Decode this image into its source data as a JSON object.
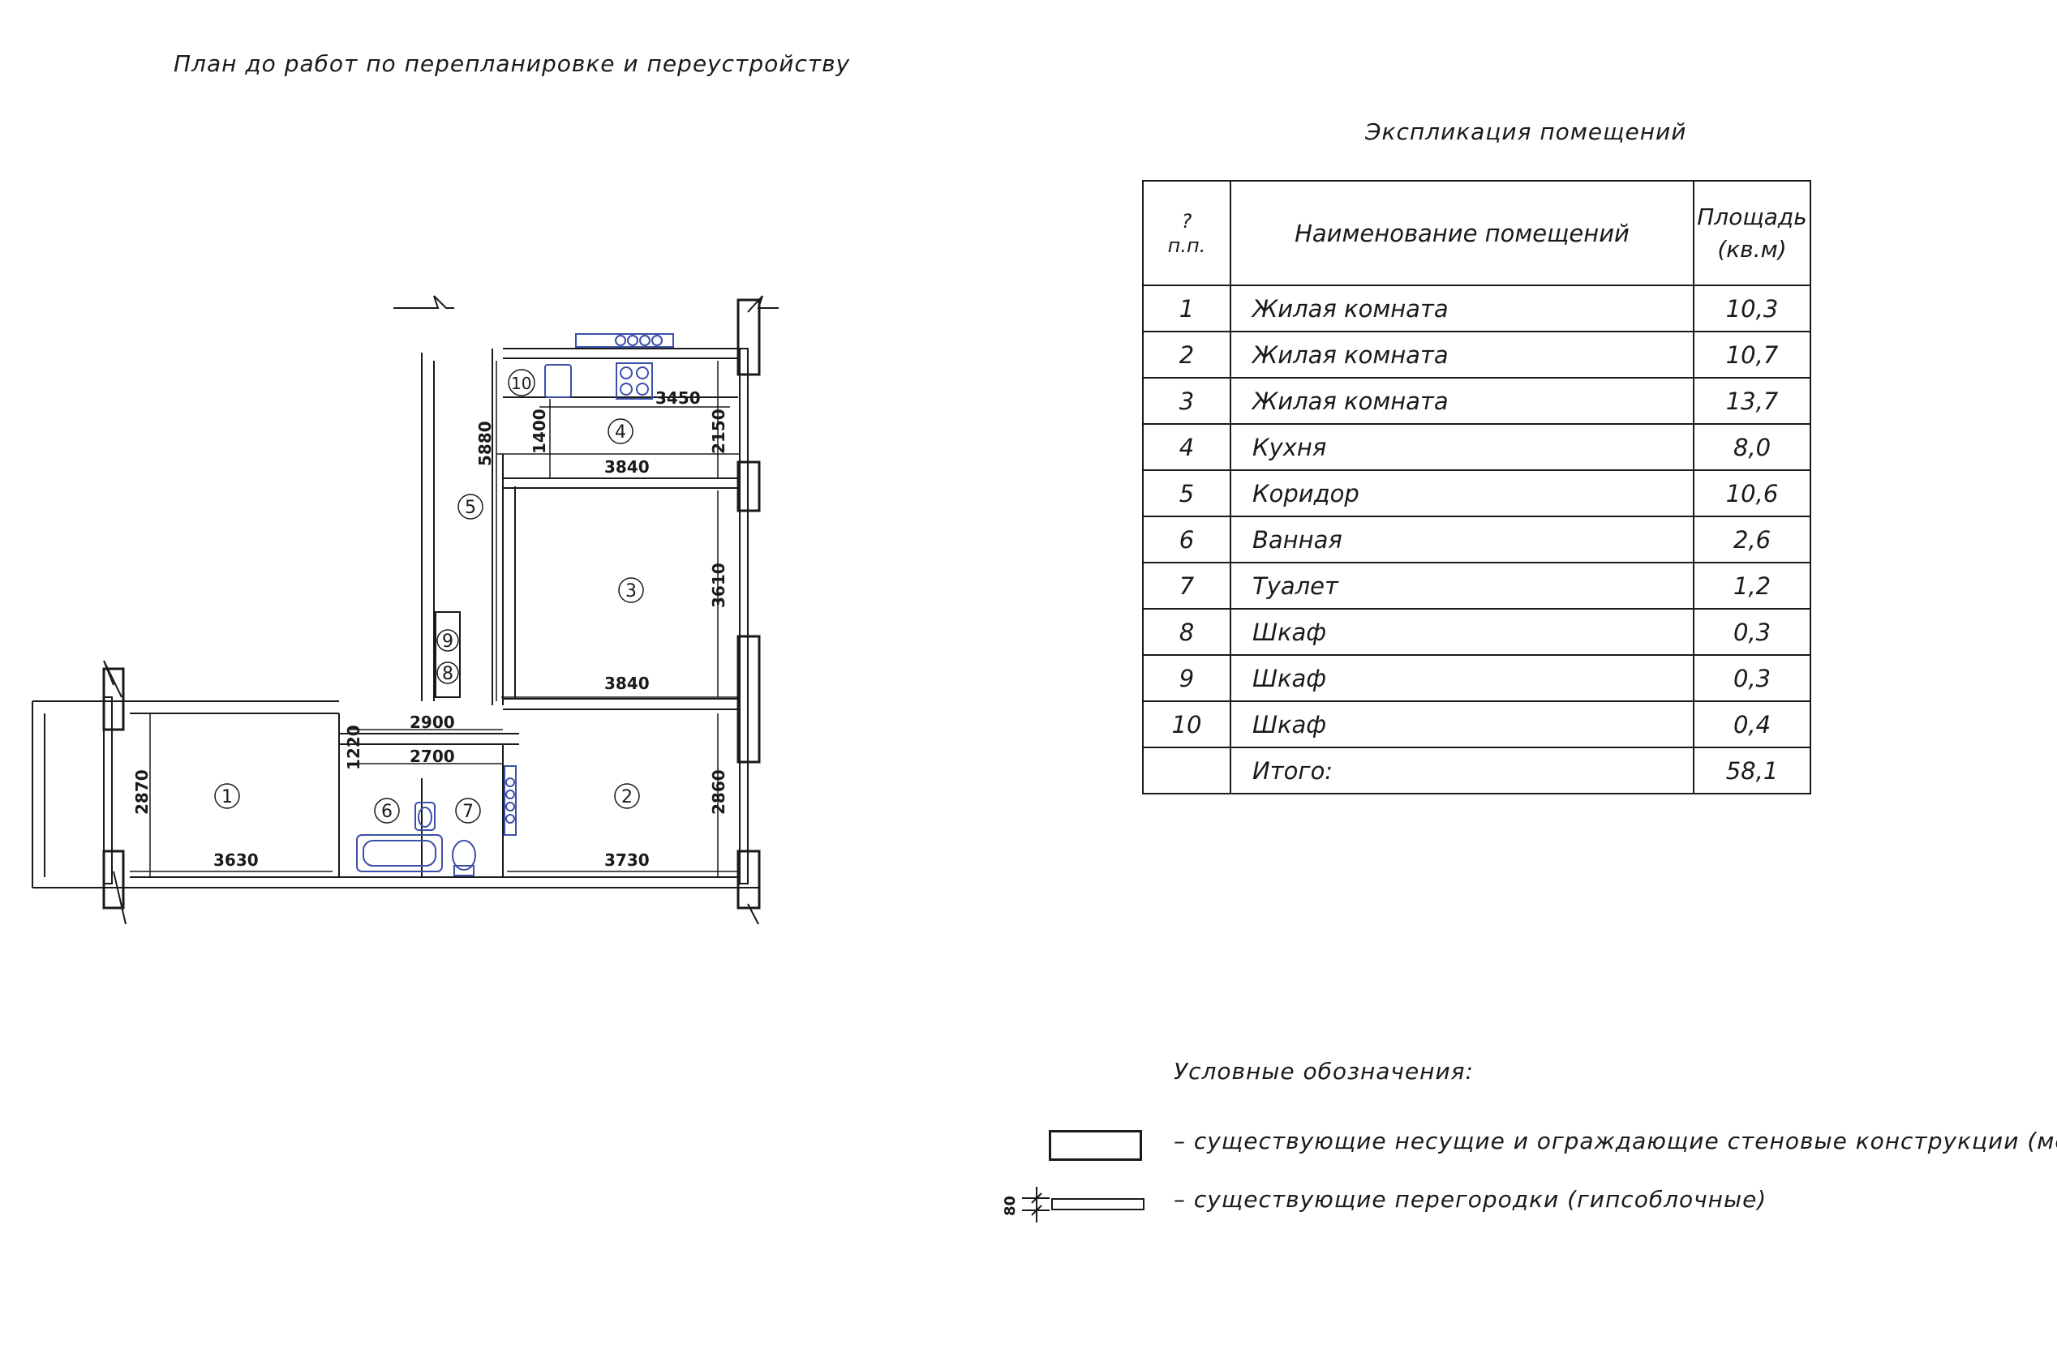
{
  "plan_title": "План до работ по перепланировке и переустройству",
  "table": {
    "title": "Экспликация помещений",
    "headers": {
      "num_line1": "?",
      "num_line2": "п.п.",
      "name": "Наименование помещений",
      "area_line1": "Площадь",
      "area_line2": "(кв.м)"
    },
    "rows": [
      {
        "num": "1",
        "name": "Жилая комната",
        "area": "10,3"
      },
      {
        "num": "2",
        "name": "Жилая комната",
        "area": "10,7"
      },
      {
        "num": "3",
        "name": "Жилая комната",
        "area": "13,7"
      },
      {
        "num": "4",
        "name": "Кухня",
        "area": "8,0"
      },
      {
        "num": "5",
        "name": "Коридор",
        "area": "10,6"
      },
      {
        "num": "6",
        "name": "Ванная",
        "area": "2,6"
      },
      {
        "num": "7",
        "name": "Туалет",
        "area": "1,2"
      },
      {
        "num": "8",
        "name": "Шкаф",
        "area": "0,3"
      },
      {
        "num": "9",
        "name": "Шкаф",
        "area": "0,3"
      },
      {
        "num": "10",
        "name": "Шкаф",
        "area": "0,4"
      }
    ],
    "total": {
      "num": "",
      "name": "Итого:",
      "area": "58,1"
    }
  },
  "legend": {
    "title": "Условные обозначения:",
    "items": [
      {
        "text": "– существующие несущие и ограждающие стеновые конструкции (монолит)"
      },
      {
        "text": "– существующие перегородки (гипсоблочные)"
      }
    ],
    "partition_thickness": "80"
  },
  "plan": {
    "room_markers": [
      "1",
      "2",
      "3",
      "4",
      "5",
      "6",
      "7",
      "8",
      "9",
      "10"
    ],
    "dimensions": {
      "kitchen_width": "3450",
      "kitchen_depth": "2150",
      "kitchen_lower_width": "3840",
      "corridor_length": "5880",
      "closet_depth": "1400",
      "room3_depth": "3610",
      "room3_width": "3840",
      "hall_width": "2900",
      "bath_width": "2700",
      "bath_depth": "1220",
      "room1_depth": "2870",
      "room1_width": "3630",
      "room2_depth": "2860",
      "room2_width": "3730"
    }
  },
  "colors": {
    "line": "#1a1a1a",
    "fixture": "#3b4fa8"
  }
}
